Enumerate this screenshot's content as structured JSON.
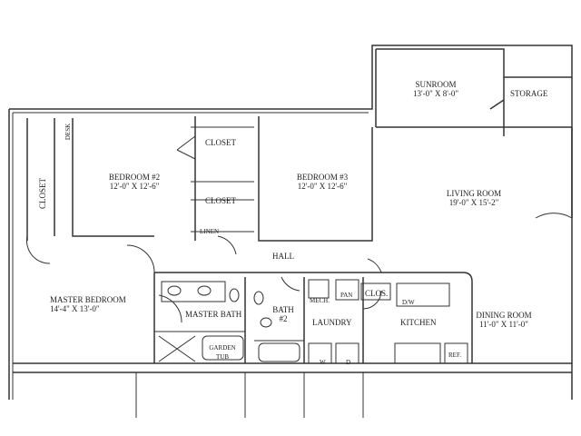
{
  "floor_plan": {
    "rooms": [
      {
        "id": "sunroom",
        "name": "SUNROOM",
        "dims": "13'-0\" X 8'-0\""
      },
      {
        "id": "storage",
        "name": "STORAGE"
      },
      {
        "id": "bedroom2",
        "name": "BEDROOM #2",
        "dims": "12'-0\" X 12'-6\""
      },
      {
        "id": "bedroom3",
        "name": "BEDROOM #3",
        "dims": "12'-0\" X 12'-6\""
      },
      {
        "id": "living",
        "name": "LIVING ROOM",
        "dims": "19'-0\" X 15'-2\""
      },
      {
        "id": "master",
        "name": "MASTER BEDROOM",
        "dims": "14'-4\" X 13'-0\""
      },
      {
        "id": "masterbath",
        "name": "MASTER BATH"
      },
      {
        "id": "bath2",
        "name": "BATH",
        "name2": "#2"
      },
      {
        "id": "laundry",
        "name": "LAUNDRY"
      },
      {
        "id": "kitchen",
        "name": "KITCHEN"
      },
      {
        "id": "dining",
        "name": "DINING ROOM",
        "dims": "11'-0\" X 11'-0\""
      },
      {
        "id": "hall",
        "name": "HALL"
      }
    ],
    "fixtures": {
      "closet_left": "CLOSET",
      "closet_top": "CLOSET",
      "closet_mid": "CLOSET",
      "desk": "DESK",
      "linen": "LINEN",
      "garden_tub_1": "GARDEN",
      "garden_tub_2": "TUB",
      "mech": "MECH.",
      "pan": "PAN",
      "clos": "CLOS.",
      "dw": "D/W",
      "washer": "W",
      "dryer": "D",
      "ref": "REF."
    }
  }
}
